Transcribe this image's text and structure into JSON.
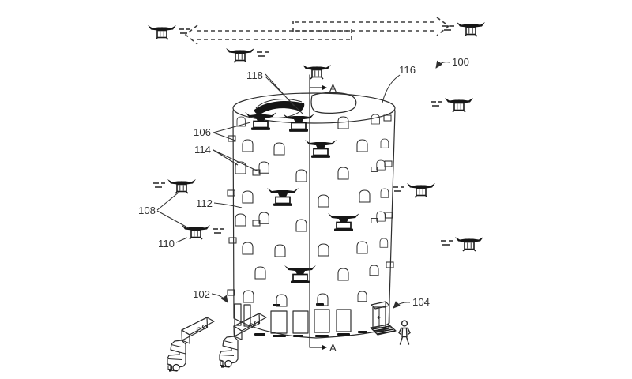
{
  "figure": {
    "kind": "patent-line-drawing",
    "background_color": "#ffffff",
    "line_color": "#2e2e2e",
    "accent_fill": "#161616"
  },
  "labels": {
    "ref_100": "100",
    "ref_102": "102",
    "ref_104": "104",
    "ref_106": "106",
    "ref_108": "108",
    "ref_110": "110",
    "ref_112": "112",
    "ref_114": "114",
    "ref_116": "116",
    "ref_118": "118",
    "section_marker_top": "A",
    "section_marker_bottom": "A"
  }
}
